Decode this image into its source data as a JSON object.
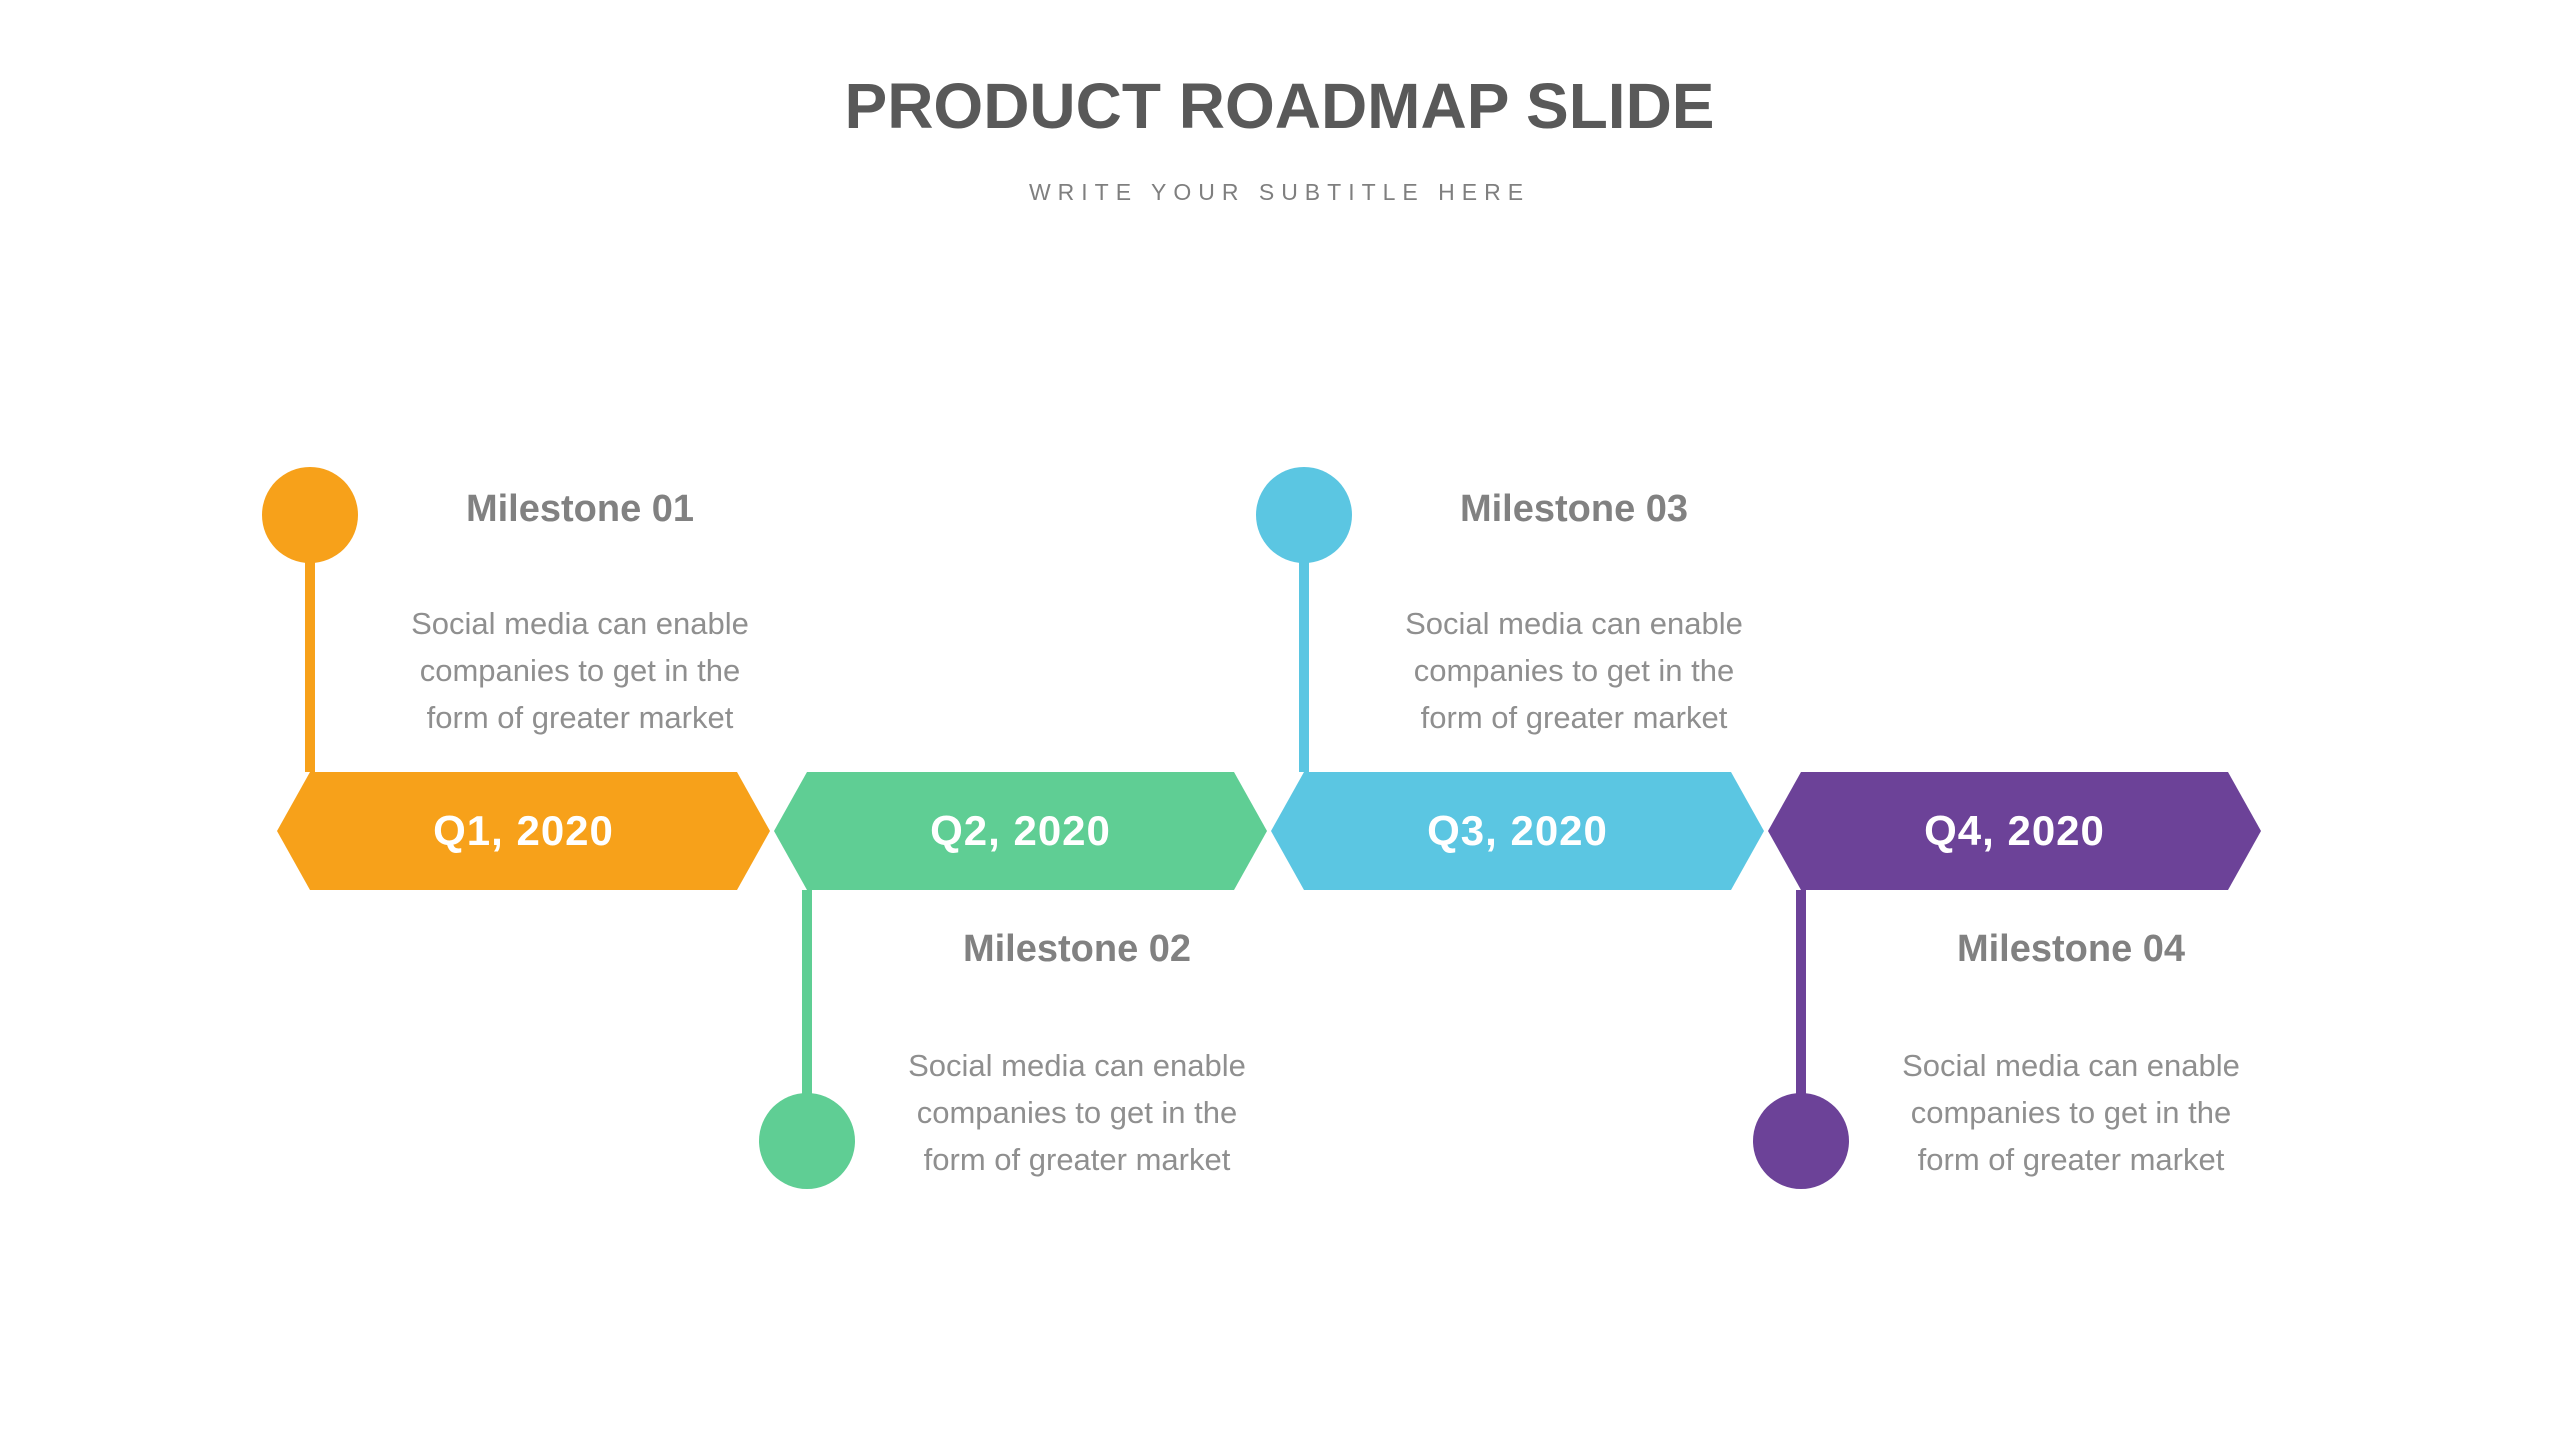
{
  "slide": {
    "title": "PRODUCT ROADMAP SLIDE",
    "subtitle": "WRITE YOUR SUBTITLE HERE",
    "background_color": "#ffffff",
    "title_color": "#595959",
    "subtitle_color": "#7f7f7f"
  },
  "timeline": {
    "label_color": "#ffffff",
    "quarters": [
      {
        "label": "Q1, 2020",
        "color": "#F7A11A"
      },
      {
        "label": "Q2, 2020",
        "color": "#5FCE94"
      },
      {
        "label": "Q3, 2020",
        "color": "#5BC6E2"
      },
      {
        "label": "Q4, 2020",
        "color": "#6C4298"
      }
    ]
  },
  "milestones": [
    {
      "title": "Milestone 01",
      "description": "Social media can enable\ncompanies to get in the\nform of greater market",
      "quarter": "Q1, 2020",
      "color": "#F7A11A",
      "placement": "above"
    },
    {
      "title": "Milestone 02",
      "description": "Social media can enable\ncompanies to get in the\nform of greater market",
      "quarter": "Q2, 2020",
      "color": "#5FCE94",
      "placement": "below"
    },
    {
      "title": "Milestone 03",
      "description": "Social media can enable\ncompanies to get in the\nform of greater market",
      "quarter": "Q3, 2020",
      "color": "#5BC6E2",
      "placement": "above"
    },
    {
      "title": "Milestone 04",
      "description": "Social media can enable\ncompanies to get in the\nform of greater market",
      "quarter": "Q4, 2020",
      "color": "#6C4298",
      "placement": "below"
    }
  ],
  "text_colors": {
    "milestone_title": "#818181",
    "milestone_description": "#8f8f8f"
  }
}
